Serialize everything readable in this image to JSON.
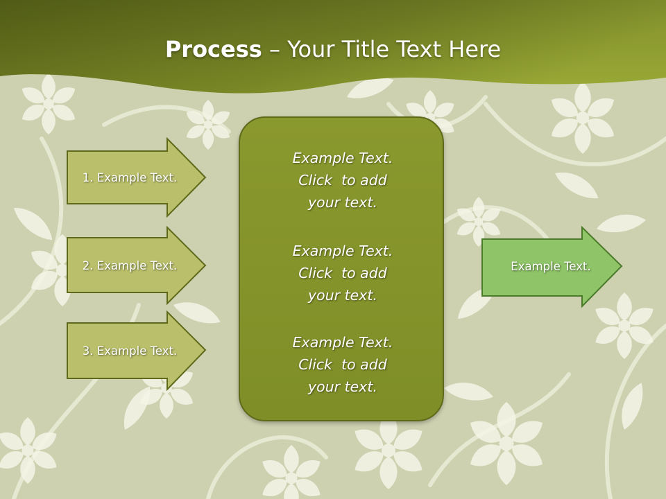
{
  "title": {
    "bold": "Process",
    "rest": " – Your Title Text Here"
  },
  "left_steps": [
    {
      "label": "1. Example Text."
    },
    {
      "label": "2. Example Text."
    },
    {
      "label": "3. Example Text."
    }
  ],
  "center_box": {
    "blocks": [
      {
        "line1": "Example Text.",
        "line2": "Click  to add",
        "line3": "your text."
      },
      {
        "line1": "Example Text.",
        "line2": "Click  to add",
        "line3": "your text."
      },
      {
        "line1": "Example Text.",
        "line2": "Click  to add",
        "line3": "your text."
      }
    ]
  },
  "result": {
    "label": "Example Text."
  },
  "colors": {
    "header_olive": "#7d8a2a",
    "step_fill": "#b9bf6a",
    "step_border": "#5e6a1a",
    "center_fill": "#85942a",
    "result_fill": "#8fc468",
    "result_border": "#4a7a2a"
  }
}
